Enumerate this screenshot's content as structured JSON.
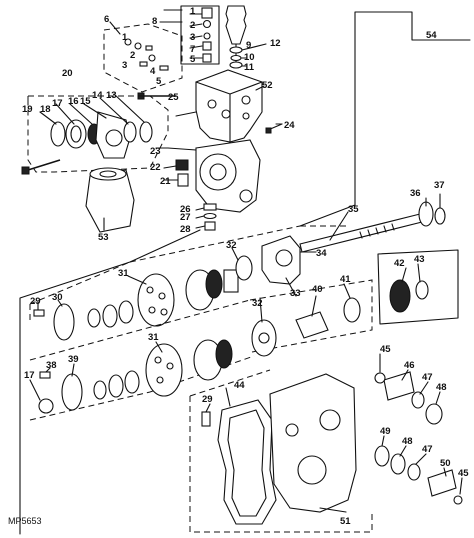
{
  "figure_code": "MP5653",
  "callouts": [
    {
      "id": "c1",
      "text": "1"
    },
    {
      "id": "c2",
      "text": "2"
    },
    {
      "id": "c3",
      "text": "3"
    },
    {
      "id": "c4",
      "text": "4"
    },
    {
      "id": "c5",
      "text": "5"
    },
    {
      "id": "c6",
      "text": "6"
    },
    {
      "id": "c7",
      "text": "7"
    },
    {
      "id": "c8",
      "text": "8"
    },
    {
      "id": "c9",
      "text": "9"
    },
    {
      "id": "c10",
      "text": "10"
    },
    {
      "id": "c11",
      "text": "11"
    },
    {
      "id": "c12",
      "text": "12"
    },
    {
      "id": "c13",
      "text": "13"
    },
    {
      "id": "c14",
      "text": "14"
    },
    {
      "id": "c15",
      "text": "15"
    },
    {
      "id": "c16",
      "text": "16"
    },
    {
      "id": "c17",
      "text": "17"
    },
    {
      "id": "c18",
      "text": "18"
    },
    {
      "id": "c19",
      "text": "19"
    },
    {
      "id": "c20",
      "text": "20"
    },
    {
      "id": "c21",
      "text": "21"
    },
    {
      "id": "c22",
      "text": "22"
    },
    {
      "id": "c23",
      "text": "23"
    },
    {
      "id": "c24",
      "text": "24"
    },
    {
      "id": "c25",
      "text": "25"
    },
    {
      "id": "c26",
      "text": "26"
    },
    {
      "id": "c27",
      "text": "27"
    },
    {
      "id": "c28",
      "text": "28"
    },
    {
      "id": "c29",
      "text": "29"
    },
    {
      "id": "c30",
      "text": "30"
    },
    {
      "id": "c31",
      "text": "31"
    },
    {
      "id": "c32",
      "text": "32"
    },
    {
      "id": "c33",
      "text": "33"
    },
    {
      "id": "c34",
      "text": "34"
    },
    {
      "id": "c35",
      "text": "35"
    },
    {
      "id": "c36",
      "text": "36"
    },
    {
      "id": "c37",
      "text": "37"
    },
    {
      "id": "c38",
      "text": "38"
    },
    {
      "id": "c39",
      "text": "39"
    },
    {
      "id": "c40",
      "text": "40"
    },
    {
      "id": "c41",
      "text": "41"
    },
    {
      "id": "c42",
      "text": "42"
    },
    {
      "id": "c43",
      "text": "43"
    },
    {
      "id": "c44",
      "text": "44"
    },
    {
      "id": "c45",
      "text": "45"
    },
    {
      "id": "c46",
      "text": "46"
    },
    {
      "id": "c47",
      "text": "47"
    },
    {
      "id": "c48",
      "text": "48"
    },
    {
      "id": "c49",
      "text": "49"
    },
    {
      "id": "c50",
      "text": "50"
    },
    {
      "id": "c51",
      "text": "51"
    },
    {
      "id": "c52",
      "text": "52"
    },
    {
      "id": "c53",
      "text": "53"
    },
    {
      "id": "c54",
      "text": "54"
    }
  ]
}
